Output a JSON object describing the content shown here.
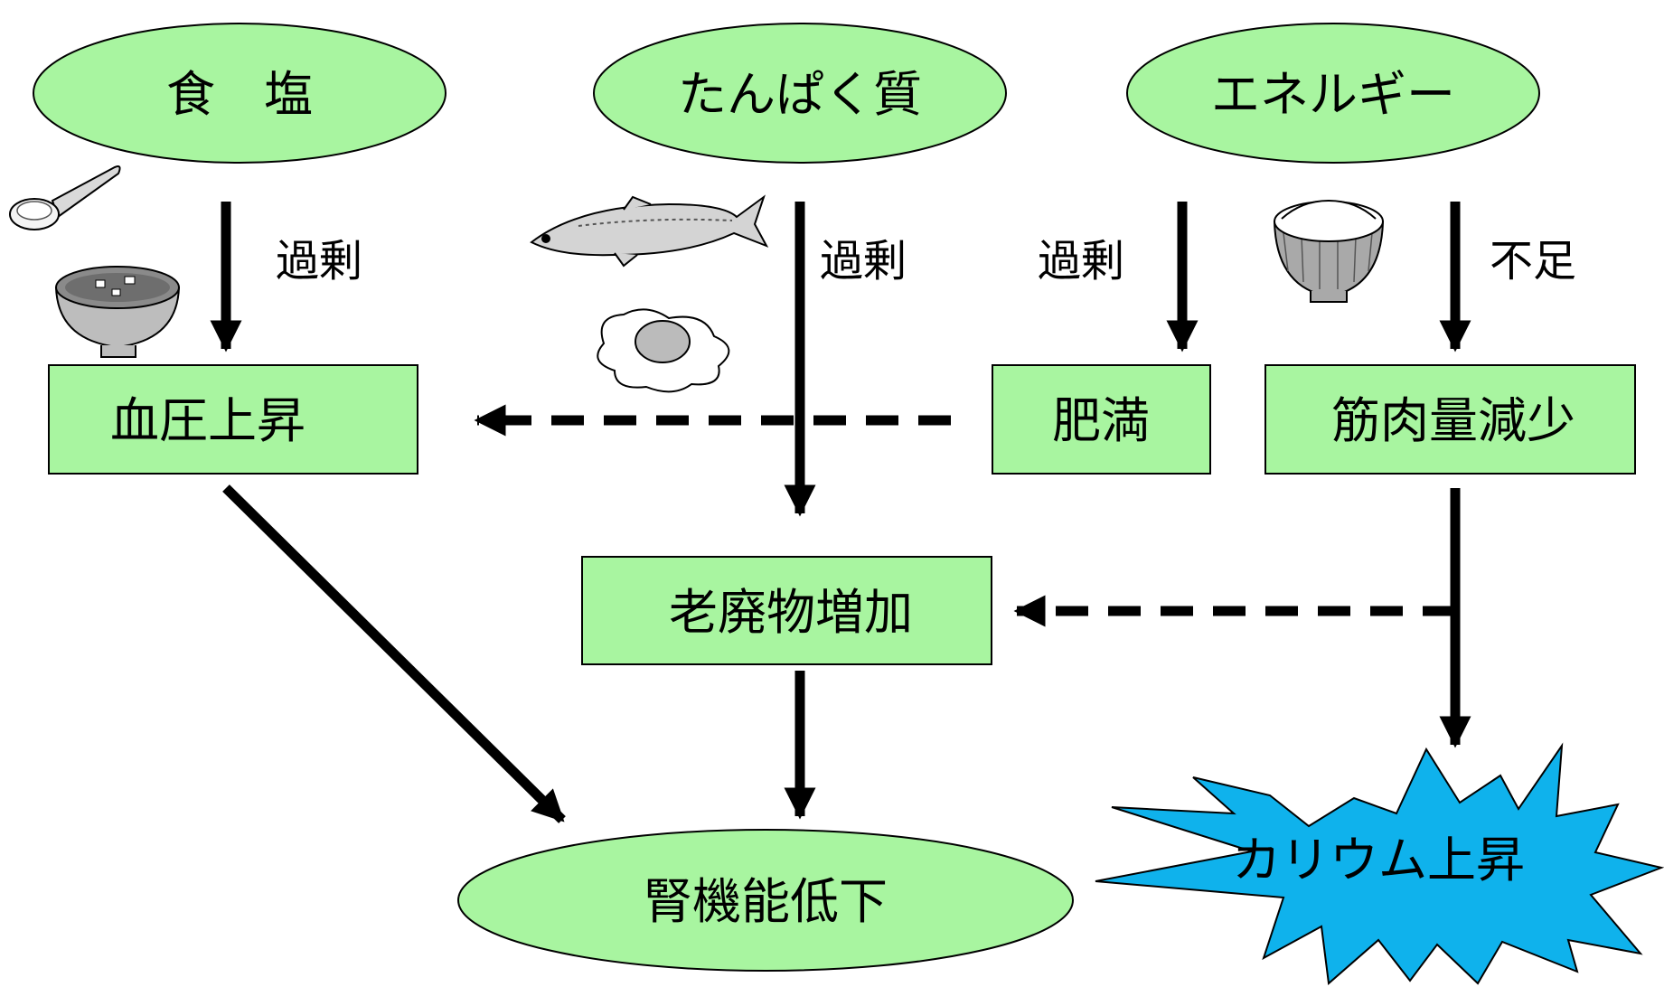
{
  "nodes": {
    "salt": "食　塩",
    "protein": "たんぱく質",
    "energy": "エネルギー",
    "blood_pressure": "血圧上昇",
    "obesity": "肥満",
    "muscle_loss": "筋肉量減少",
    "waste": "老廃物増加",
    "kidney": "腎機能低下",
    "potassium": "カリウム上昇"
  },
  "edge_labels": {
    "salt_excess": "過剰",
    "protein_excess": "過剰",
    "energy_excess": "過剰",
    "energy_deficit": "不足"
  },
  "illustrations": [
    "measuring-spoon-icon",
    "miso-soup-bowl-icon",
    "fish-icon",
    "fried-egg-icon",
    "rice-bowl-icon"
  ],
  "colors": {
    "node_fill": "#a8f5a0",
    "burst_fill": "#0fb2ec",
    "stroke": "#000000"
  }
}
